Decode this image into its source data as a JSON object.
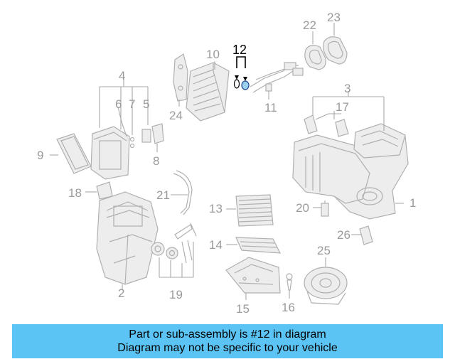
{
  "diagram": {
    "highlight_color": "#000000",
    "part_color": "#a0a0a0",
    "highlighted_part": "12",
    "labels": [
      "1",
      "2",
      "3",
      "4",
      "5",
      "6",
      "7",
      "8",
      "9",
      "10",
      "11",
      "12",
      "13",
      "14",
      "15",
      "16",
      "17",
      "18",
      "19",
      "20",
      "21",
      "22",
      "23",
      "24",
      "25",
      "26"
    ]
  },
  "banner": {
    "background": "#5bc4f5",
    "line1": "Part or sub-assembly is #12 in diagram",
    "line2": "Diagram may not be specific to your vehicle"
  }
}
